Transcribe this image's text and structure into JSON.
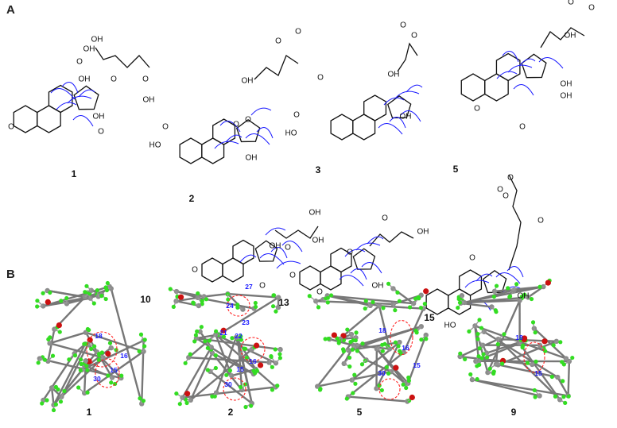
{
  "panels": {
    "a": "A",
    "b": "B"
  },
  "panel_a": {
    "compounds": [
      {
        "id": "1",
        "atoms": [
          "OH",
          "O",
          "OH",
          "O",
          "O",
          "OH",
          "OH",
          "O",
          "O",
          "OH"
        ]
      },
      {
        "id": "2",
        "atoms": [
          "O",
          "O",
          "OH",
          "O",
          "HO",
          "O",
          "O",
          "OH"
        ]
      },
      {
        "id": "3",
        "atoms": [
          "O",
          "O",
          "HO",
          "O",
          "O",
          "OH",
          "OH"
        ]
      },
      {
        "id": "5",
        "atoms": [
          "OH",
          "O",
          "O",
          "OH",
          "O",
          "O",
          "OH"
        ]
      },
      {
        "id": "10",
        "atoms": [
          "OH",
          "O",
          "OH",
          "O",
          "OH",
          "O"
        ]
      },
      {
        "id": "13",
        "atoms": [
          "O",
          "OH",
          "O",
          "O",
          "O",
          "OH"
        ]
      },
      {
        "id": "15",
        "atoms": [
          "O",
          "O",
          "O",
          "O",
          "OH",
          "HO",
          "O"
        ]
      }
    ]
  },
  "panel_b": {
    "models": [
      {
        "id": "1",
        "labels": [
          "18",
          "16",
          "15",
          "30"
        ]
      },
      {
        "id": "2",
        "labels": [
          "27",
          "24",
          "23",
          "21",
          "22",
          "16",
          "15",
          "30"
        ]
      },
      {
        "id": "5",
        "labels": [
          "18",
          "16",
          "15",
          "30"
        ]
      },
      {
        "id": "9",
        "labels": [
          "18",
          "15"
        ]
      }
    ]
  },
  "colors": {
    "bond": "#111111",
    "hmbc_arrow": "#1a1aff",
    "noesy_arrow": "#ff2020",
    "carbon": "#8c8c8c",
    "hydrogen": "#33dd22",
    "oxygen": "#cc1111",
    "label": "#1a1aff"
  }
}
